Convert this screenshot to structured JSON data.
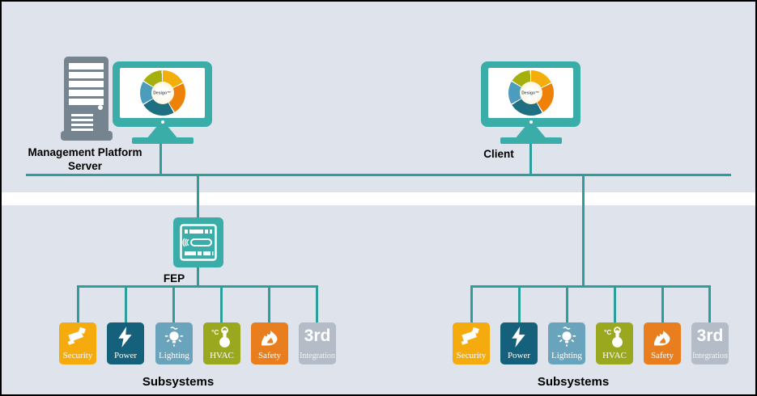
{
  "server": {
    "label_line1": "Management Platform",
    "label_line2": "Server"
  },
  "client": {
    "label": "Client"
  },
  "fep": {
    "label": "FEP"
  },
  "logo": {
    "text": "Desigo™"
  },
  "subsystems": {
    "title_left": "Subsystems",
    "title_right": "Subsystems",
    "items": [
      {
        "name": "security",
        "label": "Security",
        "color": "#f5ab0e",
        "icon": "cctv-camera-icon"
      },
      {
        "name": "power",
        "label": "Power",
        "color": "#15607b",
        "icon": "lightning-bolt-icon"
      },
      {
        "name": "lighting",
        "label": "Lighting",
        "color": "#6aa4bc",
        "icon": "light-bulb-icon"
      },
      {
        "name": "hvac",
        "label": "HVAC",
        "color": "#99a81f",
        "icon": "thermometer-icon"
      },
      {
        "name": "safety",
        "label": "Safety",
        "color": "#e87e1e",
        "icon": "flame-icon"
      },
      {
        "name": "third-party",
        "label": "3rd",
        "sub_label": "Integration",
        "color": "#b4bdc7",
        "icon": "3rd-text"
      }
    ]
  },
  "colors": {
    "background": "#dfe4ec",
    "device_teal": "#3bada8",
    "line_teal": "#2d9e9b",
    "server_gray": "#76848f",
    "band_white": "#ffffff",
    "wheel_amber": "#f3ae0a",
    "wheel_orange": "#ee8208",
    "wheel_dark_teal": "#1e6f81",
    "wheel_blue": "#4c9cbe",
    "wheel_olive": "#a5b00e"
  }
}
